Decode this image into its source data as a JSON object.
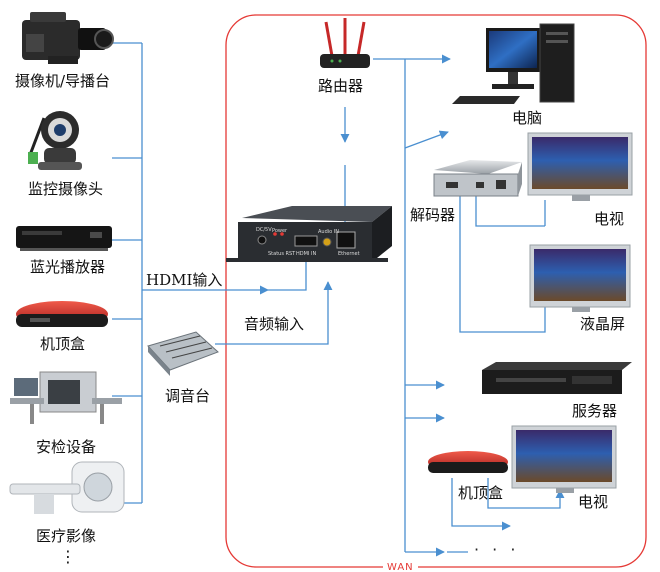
{
  "labels": {
    "camera": "摄像机/导播台",
    "ipcam": "监控摄像头",
    "bluray": "蓝光播放器",
    "stb_left": "机顶盒",
    "security": "安检设备",
    "medical": "医疗影像",
    "left_more": "⋮",
    "hdmi_in": "HDMI输入",
    "audio_in": "音频输入",
    "mixer": "调音台",
    "router": "路由器",
    "pc": "电脑",
    "decoder": "解码器",
    "tv_top": "电视",
    "lcd": "液晶屏",
    "server": "服务器",
    "stb_right": "机顶盒",
    "tv_bottom": "电视",
    "right_more": "· · ·",
    "wan": "WAN"
  },
  "encoder_ports": {
    "dc": "DC/5V",
    "power": "Power",
    "status": "Status  RST",
    "hdmi": "HDMI IN",
    "audio": "Audio IN",
    "ethernet": "Ethernet"
  },
  "colors": {
    "line": "#4a8fd0",
    "wan_border": "#e53935",
    "router_antenna": "#c62828",
    "stb_red": "#d32f2f"
  }
}
